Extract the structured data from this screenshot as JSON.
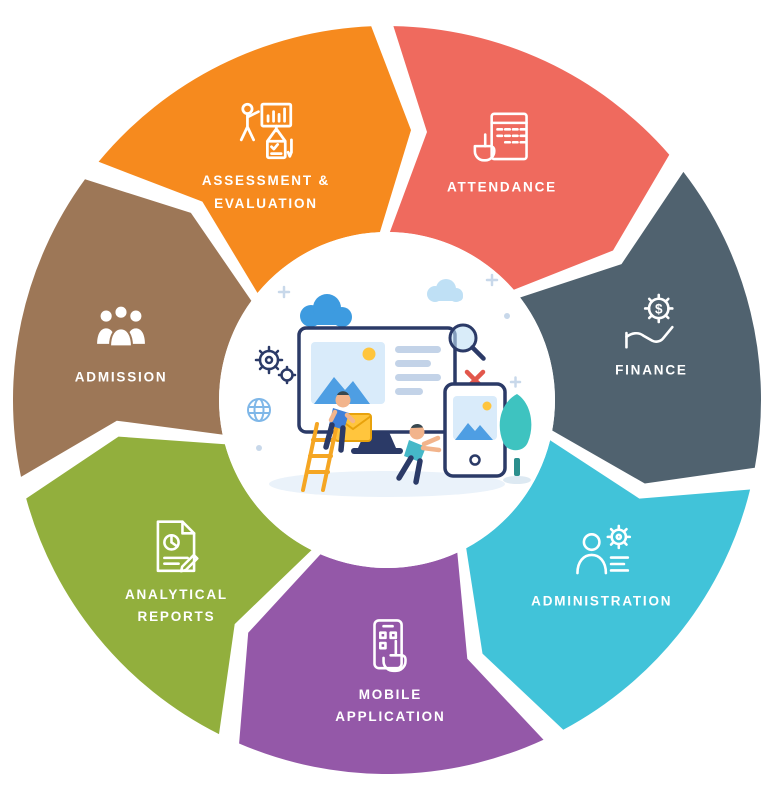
{
  "diagram": {
    "type": "cycle-wheel-infographic",
    "subject": "school-management-system-modules",
    "center_illustration": "web-development-teamwork-scene",
    "background": "#FFFFFF",
    "label_color": "#FFFFFF",
    "start_bearing_deg": 25,
    "segments": [
      {
        "id": "attendance",
        "label": "ATTENDANCE",
        "lines": [
          "ATTENDANCE"
        ],
        "color": "#EF6A5E",
        "icon": "attendance-icon"
      },
      {
        "id": "finance",
        "label": "FINANCE",
        "lines": [
          "FINANCE"
        ],
        "color": "#50626F",
        "icon": "finance-icon"
      },
      {
        "id": "administration",
        "label": "ADMINISTRATION",
        "lines": [
          "ADMINISTRATION"
        ],
        "color": "#41C3D9",
        "icon": "administration-icon"
      },
      {
        "id": "mobile-application",
        "label": "MOBILE APPLICATION",
        "lines": [
          "MOBILE",
          "APPLICATION"
        ],
        "color": "#9458A8",
        "icon": "mobile-application-icon"
      },
      {
        "id": "analytical-reports",
        "label": "ANALYTICAL REPORTS",
        "lines": [
          "ANALYTICAL",
          "REPORTS"
        ],
        "color": "#92AF3D",
        "icon": "analytical-reports-icon"
      },
      {
        "id": "admission",
        "label": "ADMISSION",
        "lines": [
          "ADMISSION"
        ],
        "color": "#9D7757",
        "icon": "admission-icon"
      },
      {
        "id": "assessment-evaluation",
        "label": "ASSESSMENT & EVALUATION",
        "lines": [
          "ASSESSMENT &",
          "EVALUATION"
        ],
        "color": "#F68A1E",
        "icon": "assessment-icon"
      }
    ]
  }
}
